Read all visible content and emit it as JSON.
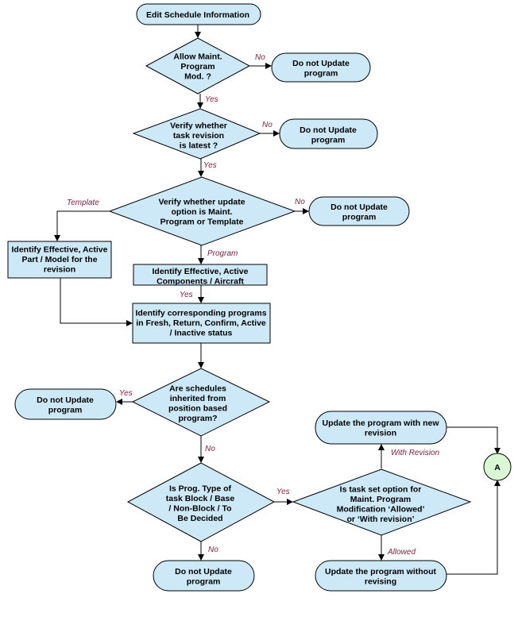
{
  "nodes": {
    "start": {
      "lines": [
        "Edit Schedule Information"
      ]
    },
    "d1": {
      "lines": [
        "Allow Maint.",
        "Program",
        "Mod. ?"
      ]
    },
    "n1": {
      "lines": [
        "Do not Update",
        "program"
      ]
    },
    "d2": {
      "lines": [
        "Verify whether",
        "task revision",
        "is latest ?"
      ]
    },
    "n2": {
      "lines": [
        "Do not Update",
        "program"
      ]
    },
    "d3": {
      "lines": [
        "Verify whether update",
        "option is Maint.",
        "Program or Template"
      ]
    },
    "n3": {
      "lines": [
        "Do not Update",
        "program"
      ]
    },
    "p_left": {
      "lines": [
        "Identify Effective, Active",
        "Part / Model for the",
        "revision"
      ]
    },
    "p_comp": {
      "lines": [
        "Identify Effective, Active",
        "Components / Aircraft"
      ]
    },
    "p_prog": {
      "lines": [
        "Identify corresponding programs",
        "in Fresh, Return, Confirm, Active",
        "/ Inactive status"
      ]
    },
    "d4": {
      "lines": [
        "Are schedules",
        "inherited from",
        "position based",
        "program?"
      ]
    },
    "n4": {
      "lines": [
        "Do not Update",
        "program"
      ]
    },
    "d5": {
      "lines": [
        "Is Prog. Type of",
        "task Block / Base",
        "/ Non-Block / To",
        "Be Decided"
      ]
    },
    "n5": {
      "lines": [
        "Do not Update",
        "program"
      ]
    },
    "d6": {
      "lines": [
        "Is task set option for",
        "Maint. Program",
        "Modification ‘Allowed’",
        "or ‘With revision’"
      ]
    },
    "u_new": {
      "lines": [
        "Update the program with new",
        "revision"
      ]
    },
    "u_without": {
      "lines": [
        "Update the program without",
        "revising"
      ]
    },
    "connector": {
      "lines": [
        "A"
      ]
    }
  },
  "edge_labels": {
    "d1_no": "No",
    "d1_yes": "Yes",
    "d2_no": "No",
    "d2_yes": "Yes",
    "d3_no": "No",
    "d3_template": "Template",
    "d3_program": "Program",
    "comp_yes": "Yes",
    "d4_yes": "Yes",
    "d4_no": "No",
    "d5_yes": "Yes",
    "d5_no": "No",
    "d6_with_revision": "With Revision",
    "d6_allowed": "Allowed"
  },
  "colors": {
    "shape_fill": "#cde9f8",
    "connector_fill": "#d9f7d3",
    "edge_label": "#7a1e3c"
  }
}
